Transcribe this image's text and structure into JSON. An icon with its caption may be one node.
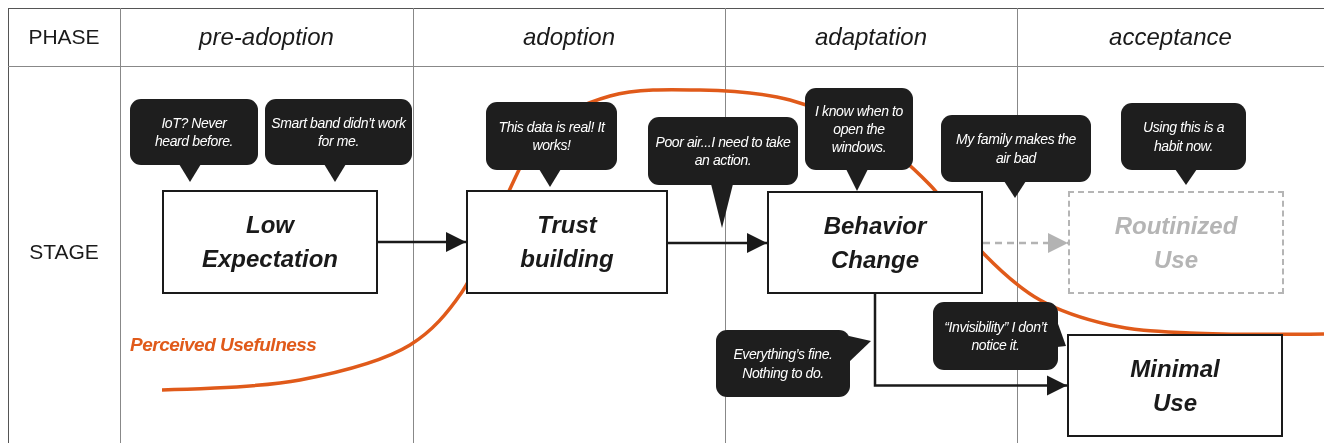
{
  "diagram": {
    "nodes": [
      {
        "text": [
          "Low Expectation"
        ]
      },
      {
        "text": [
          "Trust building"
        ]
      },
      {
        "text": [
          "Behavior Change"
        ]
      },
      {
        "text": [
          "Routinized Use"
        ]
      },
      {
        "text": [
          "Minimal Use"
        ]
      },
      {
        "text": [
          "IoT? Never heard before."
        ]
      },
      {
        "text": [
          "Smart band didn’t work for me."
        ]
      },
      {
        "text": [
          "This data is real! It works!"
        ]
      },
      {
        "text": [
          "Poor air...I need to take an action."
        ]
      },
      {
        "text": [
          "I know when to open the windows."
        ]
      },
      {
        "text": [
          "My family makes the air bad"
        ]
      },
      {
        "text": [
          "Using this is a habit now."
        ]
      },
      {
        "text": [
          "Everything’s fine. Nothing to do."
        ]
      },
      {
        "text": [
          "“Invisibility” I don’t notice it."
        ]
      }
    ],
    "edges": [
      {
        "from": 0,
        "to": 1,
        "arrow": "to"
      },
      {
        "from": 1,
        "to": 2,
        "arrow": "to"
      },
      {
        "from": 2,
        "to": 3,
        "arrow": "to",
        "style": "dashed",
        "color": "#b3b3b3"
      },
      {
        "from": 2,
        "to": 4,
        "arrow": "to"
      }
    ],
    "labels": [
      "PHASE",
      "pre-adoption",
      "adoption",
      "adaptation",
      "acceptance",
      "STAGE",
      "Perceived Usefulness"
    ]
  }
}
